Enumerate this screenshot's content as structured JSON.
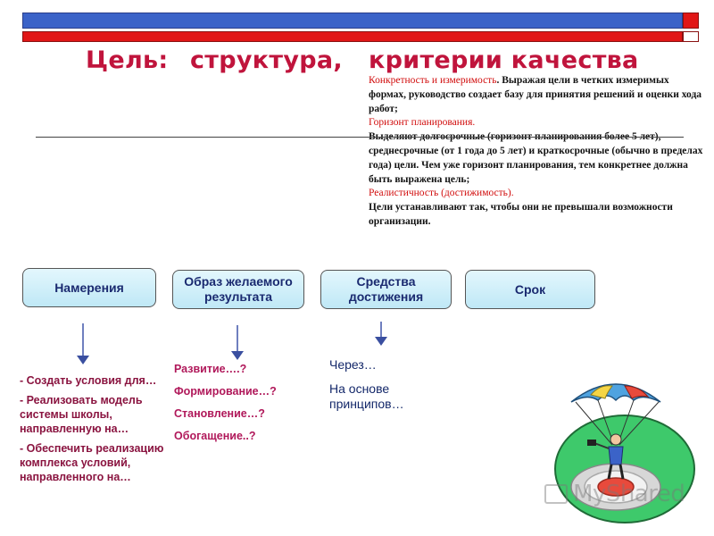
{
  "title": {
    "part1": "Цель:",
    "part2": "структура,",
    "part3": "критерии качества"
  },
  "description": {
    "p1_red": "Конкретность и измеримость",
    "p1_text": ". Выражая цели в четких измеримых формах, руководство создает базу для принятия решений и оценки хода работ;",
    "p2_red": "Горизонт планирования.",
    "p3_text": " Выделяют долгосрочные (горизонт планирования более 5 лет), среднесрочные (от 1 года до 5 лет) и краткосрочные (обычно в пределах года) цели. Чем уже горизонт планирования, тем конкретнее должна быть выражена цель;",
    "p4_red": "Реалистичность (достижимость).",
    "p5_text": "Цели устанавливают так, чтобы они не превышали возможности организации."
  },
  "boxes": [
    {
      "label": "Намерения"
    },
    {
      "label": "Образ желаемого результата"
    },
    {
      "label": "Средства достижения"
    },
    {
      "label": "Срок"
    }
  ],
  "columns": {
    "intentions": [
      "- Создать условия для…",
      "- Реализовать модель системы школы, направленную на…",
      "- Обеспечить реализацию комплекса условий, направленного на…"
    ],
    "results": [
      "Развитие….?",
      "Формирование…?",
      "Становление…?",
      "Обогащение..?"
    ],
    "means": [
      "Через…",
      "На основе принципов…"
    ]
  },
  "watermark": "MyShared",
  "colors": {
    "title": "#c0143c",
    "top_bar": "#3b63c8",
    "red_bar": "#e11616",
    "pill_fill": "#cdeffa",
    "arrow": "#6f7fbf"
  }
}
